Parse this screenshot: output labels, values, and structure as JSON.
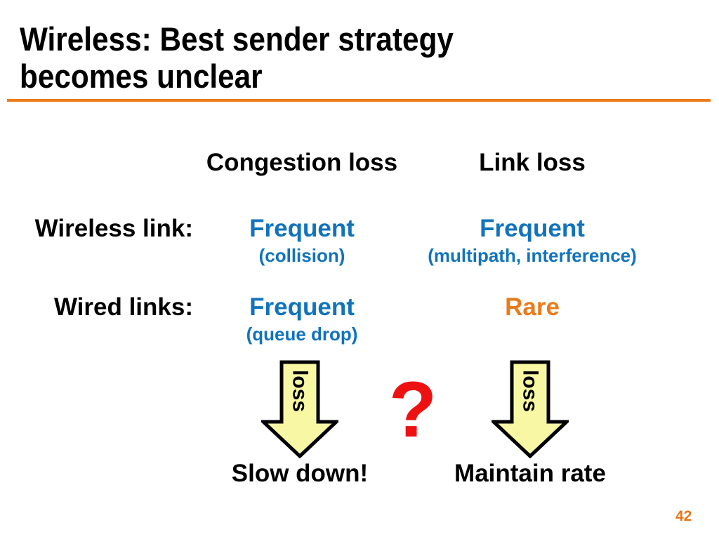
{
  "slide": {
    "title_line1": "Wireless: Best sender strategy",
    "title_line2": "becomes unclear",
    "page_number": "42"
  },
  "table": {
    "col_headers": [
      "Congestion loss",
      "Link loss"
    ],
    "rows": [
      {
        "label": "Wireless link:",
        "col1_main": "Frequent",
        "col1_sub": "(collision)",
        "col2_main": "Frequent",
        "col2_sub": "(multipath, interference)"
      },
      {
        "label": "Wired links:",
        "col1_main": "Frequent",
        "col1_sub": "(queue drop)",
        "col2_main": "Rare"
      }
    ]
  },
  "diagram": {
    "left_arrow_label": "loss",
    "right_arrow_label": "loss",
    "question_mark": "?",
    "left_caption": "Slow down!",
    "right_caption": "Maintain rate"
  },
  "colors": {
    "accent_blue": "#1173bc",
    "accent_orange": "#e87b1c",
    "alert_red": "#ee1111",
    "arrow_fill": "#f8f7a3",
    "rule_orange": "#ee7c1e"
  }
}
